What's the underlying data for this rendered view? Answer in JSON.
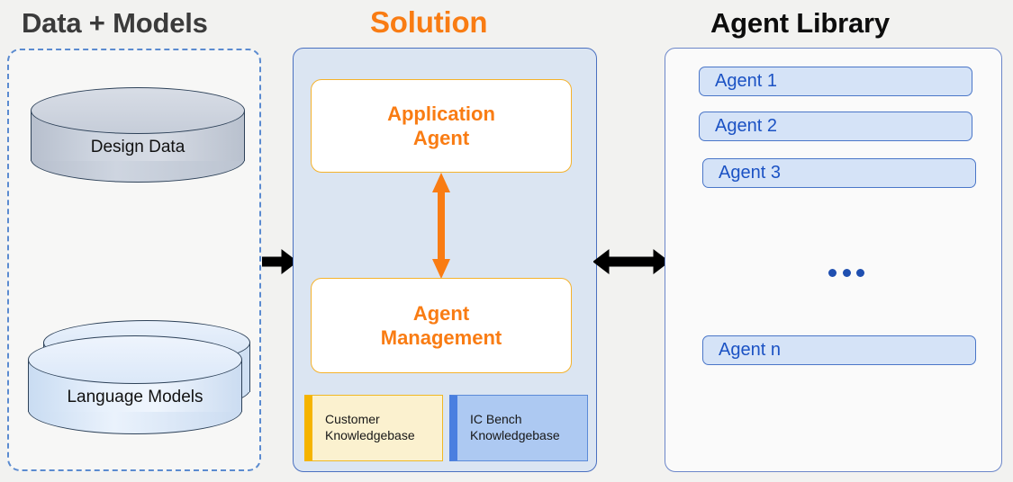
{
  "diagram": {
    "title_data": "Data + Models",
    "title_solution": "Solution",
    "title_agents": "Agent Library",
    "colors": {
      "background": "#f2f2f0",
      "orange": "#f97c13",
      "orange_border": "#f5b22b",
      "blue_dashed": "#5b8bd0",
      "solution_fill": "#dbe5f2",
      "solution_border": "#4a70c0",
      "library_border": "#6b86c9",
      "agent_pill_fill": "#d5e3f7",
      "agent_pill_text": "#1b52c4",
      "kb_customer_fill": "#fbf1cf",
      "kb_customer_accent": "#f5b400",
      "kb_icbench_fill": "#adc9f2",
      "kb_icbench_accent": "#4a7fe0",
      "arrow_black": "#000000"
    }
  },
  "data_panel": {
    "cylinders": [
      {
        "label": "Design  Data"
      },
      {
        "label": "Language Models"
      }
    ]
  },
  "solution_panel": {
    "cards": [
      {
        "line1": "Application",
        "line2": "Agent"
      },
      {
        "line1": "Agent",
        "line2": "Management"
      }
    ],
    "knowledgebases": [
      {
        "line1": "Customer",
        "line2": "Knowledgebase"
      },
      {
        "line1": "IC Bench",
        "line2": "Knowledgebase"
      }
    ],
    "internal_arrow": "vertical-double-arrow"
  },
  "library_panel": {
    "agents": [
      {
        "label": "Agent 1"
      },
      {
        "label": "Agent 2"
      },
      {
        "label": "Agent 3"
      },
      {
        "label": "Agent n"
      }
    ],
    "ellipsis": "..."
  },
  "connectors": [
    {
      "name": "data-to-solution",
      "type": "single-arrow-right"
    },
    {
      "name": "solution-to-library",
      "type": "double-arrow-horizontal"
    }
  ]
}
